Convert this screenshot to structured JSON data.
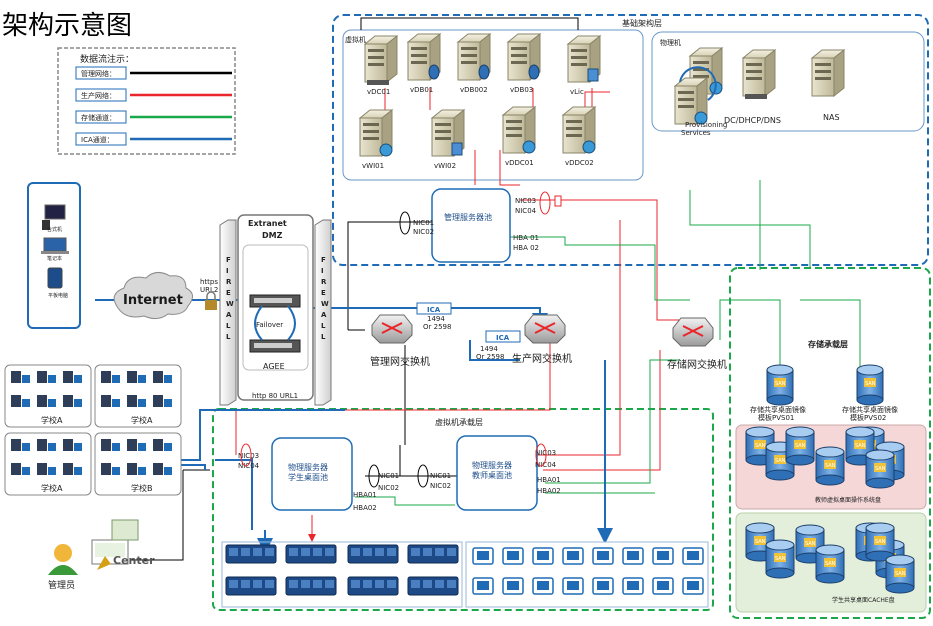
{
  "title": "架构示意图",
  "legend": {
    "heading": "数据流注示：",
    "items": [
      {
        "label": "管理网络：",
        "color": "#000000"
      },
      {
        "label": "生产网络：",
        "color": "#e8262b"
      },
      {
        "label": "存储通道：",
        "color": "#1aa84a"
      },
      {
        "label": "ICA通道：",
        "color": "#1f6bb5"
      }
    ]
  },
  "colors": {
    "mgmt": "#000000",
    "prod": "#e8262b",
    "storage": "#1aa84a",
    "ica": "#1f6bb5",
    "zone_blue": "#1f6bb5",
    "zone_green": "#1aa84a"
  },
  "infra_layer": {
    "label": "基础架构层",
    "vm_group": "虚拟机",
    "physical_group": "物理机",
    "vms": [
      "vDC01",
      "vDB01",
      "vDB002",
      "vDB03",
      "vLic",
      "vWI01",
      "vWI02",
      "vDDC01",
      "vDDC02"
    ],
    "physical": [
      "Provisioning",
      "Services",
      "DC/DHCP/DNS",
      "NAS"
    ],
    "mgmt_pool": "管理服务器池",
    "nics": [
      "NIC01",
      "NIC02",
      "NIC03",
      "NIC04",
      "HBA 01",
      "HBA 02"
    ]
  },
  "clients": {
    "devices": [
      "台式机",
      "笔记本",
      "平板电脑"
    ]
  },
  "internet": {
    "label": "Internet",
    "https": "https",
    "url2": "URL2"
  },
  "dmz": {
    "title": "Extranet DMZ",
    "firewall": "FIREWALL",
    "failover": "Failover",
    "agee": "AGEE",
    "http": "http",
    "port": "80",
    "url1": "URL1"
  },
  "ica": {
    "label": "ICA",
    "ports_a": [
      "1494",
      "Or 2598"
    ],
    "ports_b": [
      "1494",
      "Or 2598"
    ]
  },
  "switches": {
    "mgmt": "管理网交换机",
    "prod": "生产网交换机",
    "storage": "存储网交换机"
  },
  "schools": [
    "学校A",
    "学校A",
    "学校A",
    "学校B"
  ],
  "admin": {
    "label": "管理员",
    "center": "Center"
  },
  "vm_layer": {
    "label": "虚拟机承载层",
    "pool_student": [
      "物理服务器",
      "学生桌面池"
    ],
    "pool_teacher": [
      "物理服务器",
      "教师桌面池"
    ],
    "nics_student": [
      "NIC03",
      "NIC04",
      "NIC01",
      "NIC02",
      "HBA01",
      "HBA02"
    ],
    "nics_teacher": [
      "NIC01",
      "NIC02",
      "NIC03",
      "NIC04",
      "HBA01",
      "HBA02"
    ]
  },
  "storage_layer": {
    "label": "存储承载层",
    "disk": "SAN",
    "pvs01": [
      "存储共享桌面镜像",
      "模板PVS01"
    ],
    "pvs02": [
      "存储共享桌面镜像",
      "模板PVS02"
    ],
    "teacher_disk": "教师虚拟桌面操作系统盘",
    "student_cache": "学生共享桌面CACHE盘"
  }
}
